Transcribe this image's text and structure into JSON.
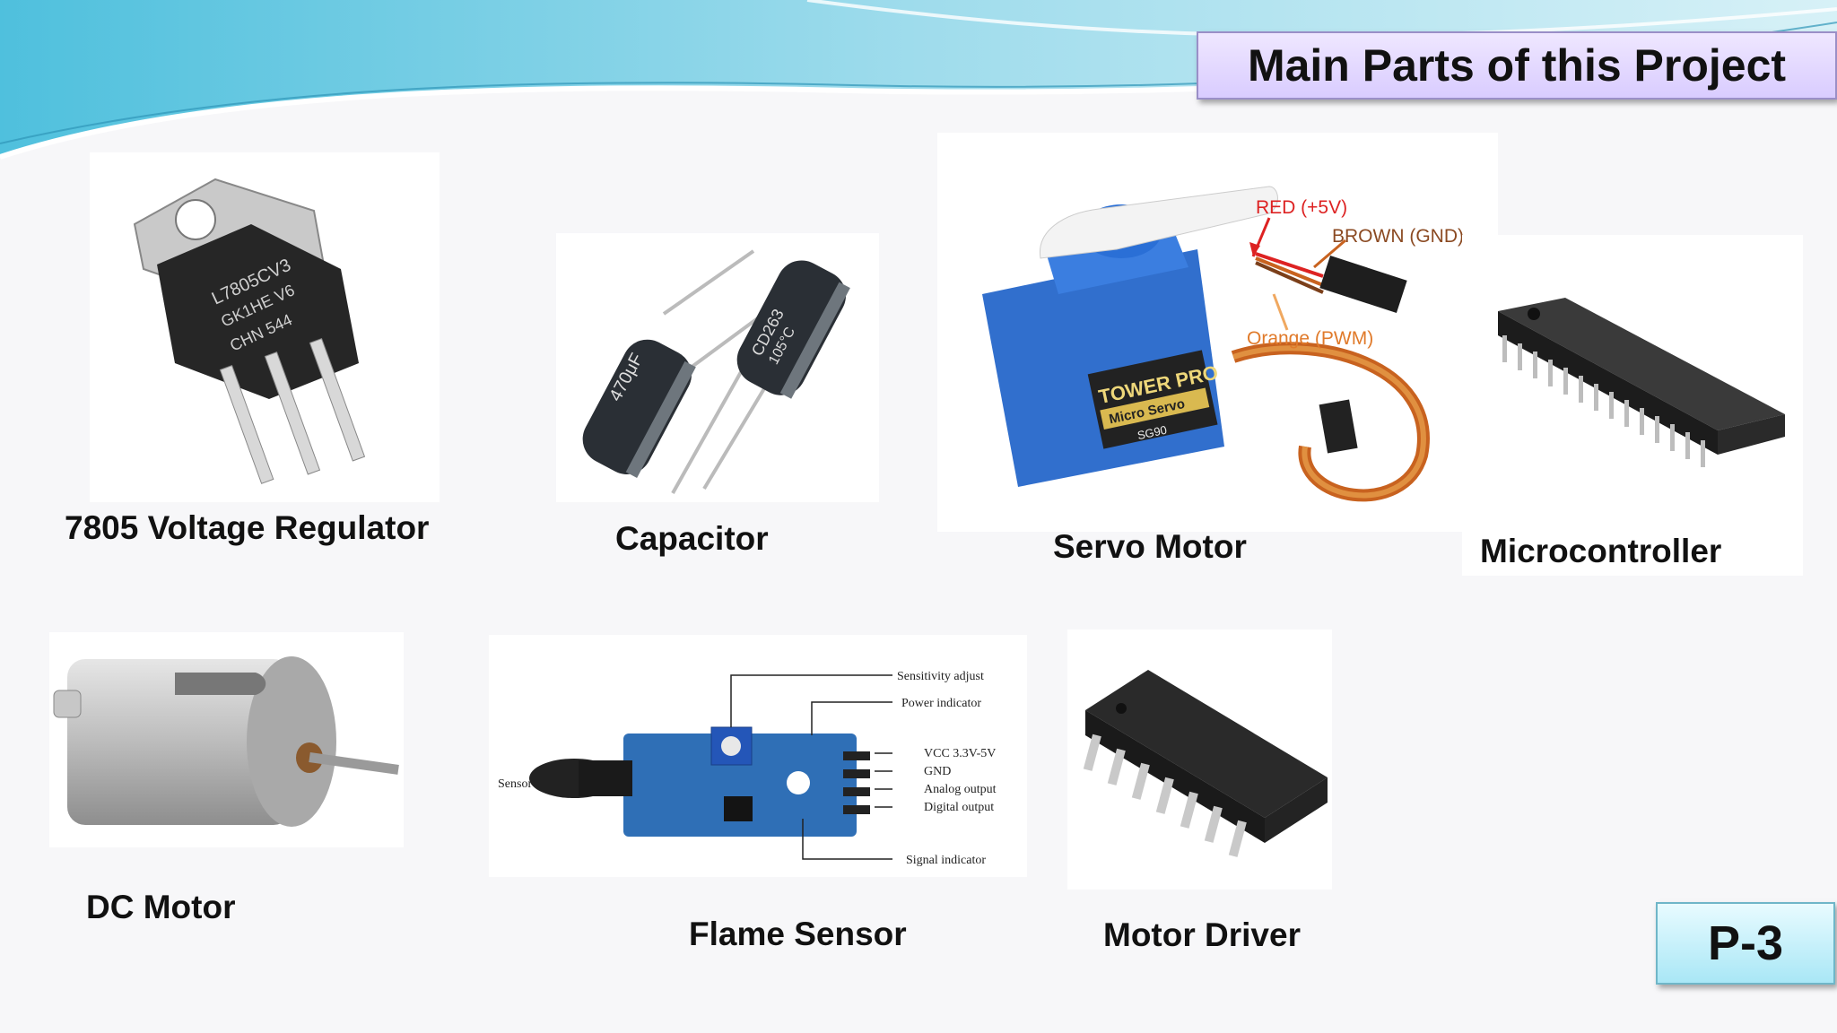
{
  "slide": {
    "title": "Main Parts of this Project",
    "page_label": "P-3"
  },
  "parts": [
    {
      "label": "7805 Voltage Regulator",
      "chip_marking": [
        "L7805CV3",
        "GK1HE V6",
        "CHN 544"
      ]
    },
    {
      "label": "Capacitor",
      "marking_a": "470μF",
      "marking_b": "105°C",
      "marking_c": "CD263"
    },
    {
      "label": "Servo Motor",
      "annotations": {
        "red": "RED (+5V)",
        "brown": "BROWN (GND)",
        "orange": "Orange (PWM)"
      },
      "brand": "TOWER PRO",
      "model": "Micro Servo",
      "sub_model": "SG90"
    },
    {
      "label": "Microcontroller"
    },
    {
      "label": "DC Motor"
    },
    {
      "label": "Flame Sensor",
      "callouts": {
        "sensitivity": "Sensitivity adjust",
        "power": "Power indicator",
        "vcc": "VCC 3.3V-5V",
        "gnd": "GND",
        "analog": "Analog output",
        "digital": "Digital output",
        "signal": "Signal indicator",
        "sensor": "Sensor"
      }
    },
    {
      "label": "Motor Driver"
    }
  ],
  "colors": {
    "wave_light": "#7fd3ea",
    "wave_dark": "#3aa9c9",
    "title_bg": "#ddd0ff",
    "page_bg": "#b8ecf8"
  }
}
